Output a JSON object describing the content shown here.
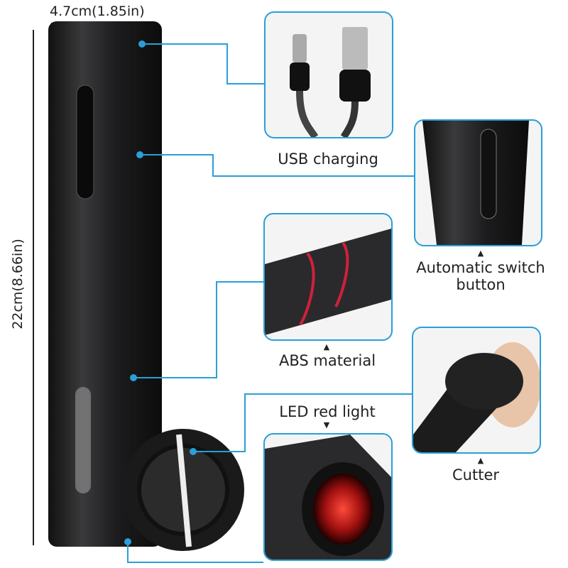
{
  "dimensions": {
    "width_label": "4.7cm(1.85in)",
    "height_label": "22cm(8.66in)"
  },
  "features": [
    {
      "label": "USB charging",
      "image": "usb-cable-photo"
    },
    {
      "label_line1": "Automatic switch",
      "label_line2": "button",
      "image": "switch-button-photo"
    },
    {
      "label": "ABS material",
      "image": "abs-body-photo"
    },
    {
      "label": "LED red light",
      "image": "led-light-photo"
    },
    {
      "label": "Cutter",
      "image": "foil-cutter-photo"
    }
  ],
  "colors": {
    "accent": "#2a9fd8",
    "product": "#1e1e20",
    "led": "#d0201e"
  }
}
